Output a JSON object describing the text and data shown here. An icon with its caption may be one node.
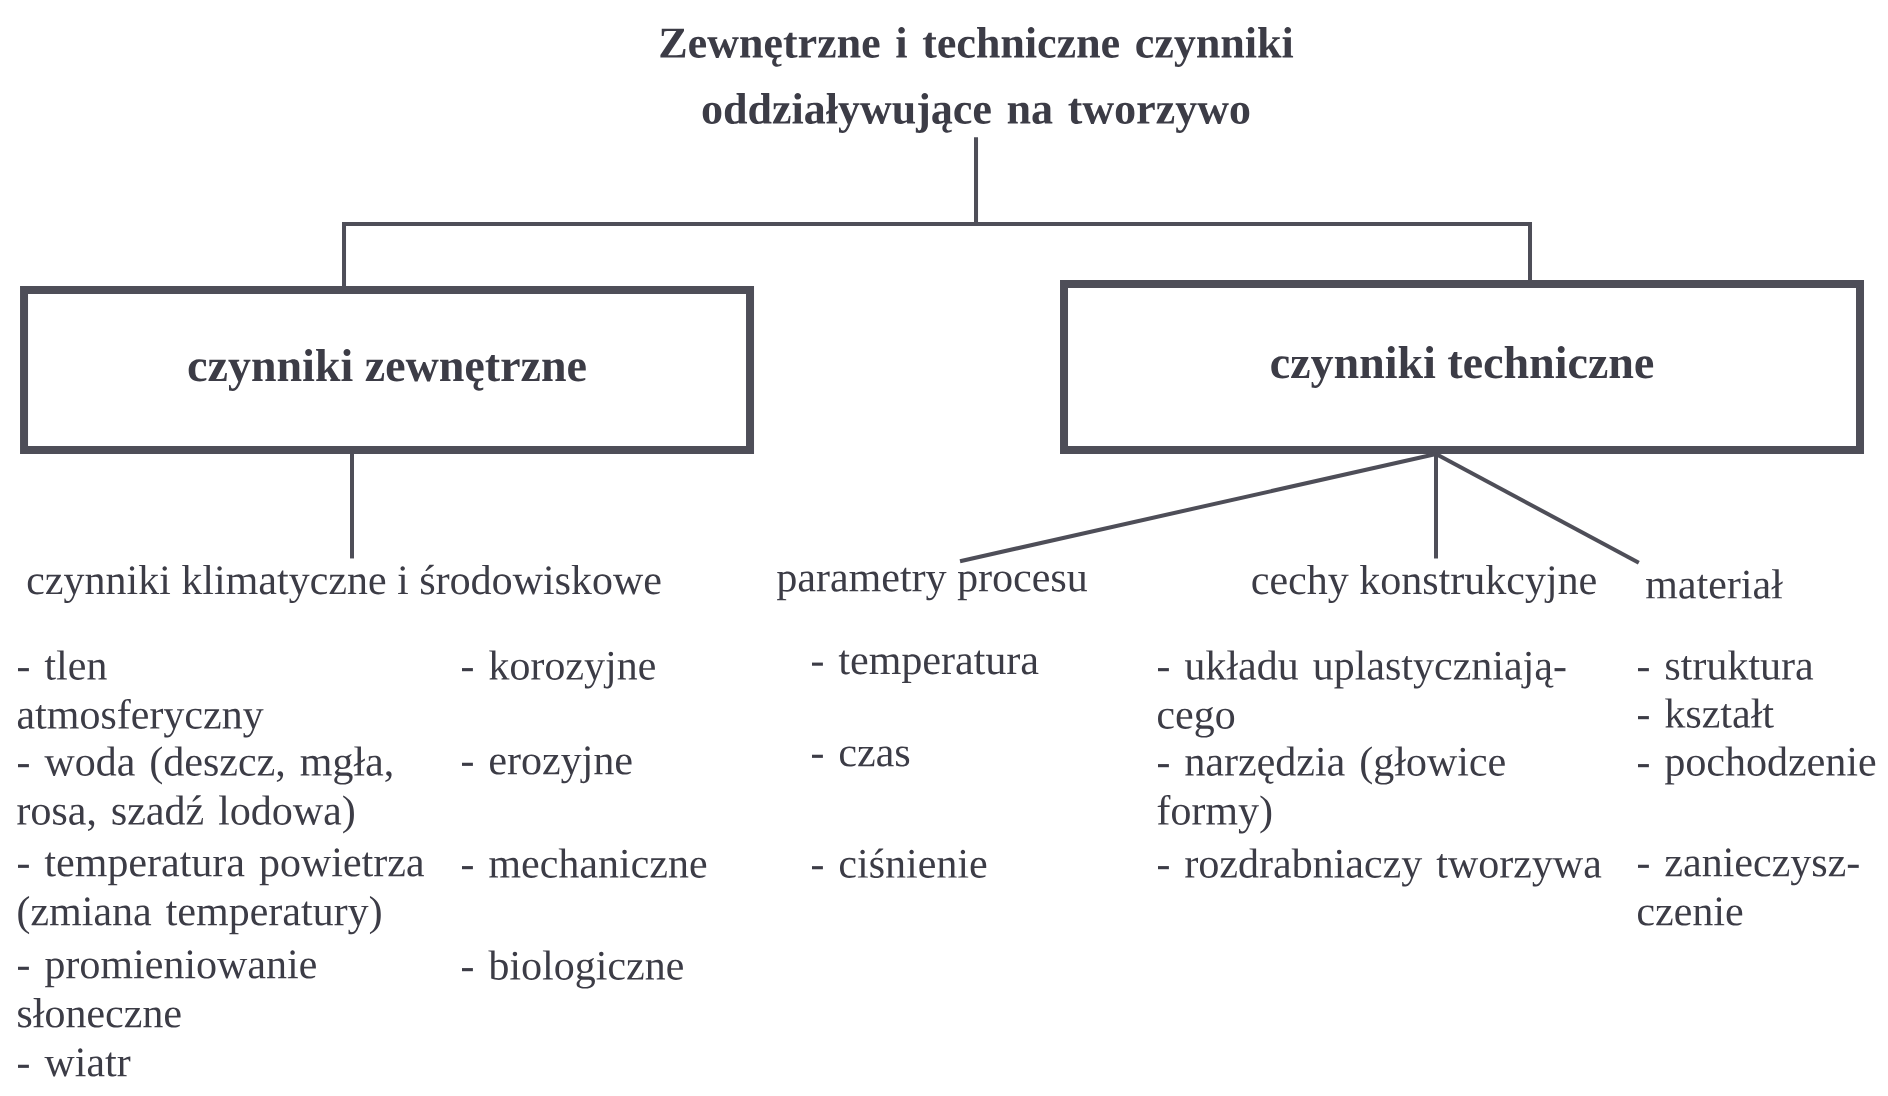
{
  "diagram": {
    "nodes": [
      {
        "text": [
          "Zewnętrzne i techniczne czynniki oddziaływujące na tworzywo"
        ]
      },
      {
        "text": [
          "czynniki zewnętrzne"
        ]
      },
      {
        "text": [
          "czynniki techniczne"
        ]
      },
      {
        "text": [
          "czynniki klimatyczne i środowiskowe"
        ],
        "beside": [
          "- tlen atmosferyczny",
          "- woda (deszcz, mgła, rosa, szadź lodowa)",
          "- temperatura powietrza (zmiana temperatury)",
          "- promieniowanie słoneczne",
          "- wiatr",
          "- korozyjne",
          "- erozyjne",
          "- mechaniczne",
          "- biologiczne"
        ]
      },
      {
        "text": [
          "parametry procesu"
        ],
        "beside": [
          "- temperatura",
          "- czas",
          "- ciśnienie"
        ]
      },
      {
        "text": [
          "cechy konstrukcyjne"
        ],
        "beside": [
          "- układu uplastyczniają- cego",
          "- narzędzia (głowice formy)",
          "- rozdrabniaczy tworzywa"
        ]
      },
      {
        "text": [
          "materiał"
        ],
        "beside": [
          "- struktura",
          "- kształt",
          "- pochodzenie",
          "- zanieczysz- czenie"
        ]
      }
    ],
    "edges": [
      {
        "from": 0,
        "to": 1,
        "arrow": "none"
      },
      {
        "from": 0,
        "to": 2,
        "arrow": "none"
      },
      {
        "from": 1,
        "to": 3,
        "arrow": "none"
      },
      {
        "from": 2,
        "to": 4,
        "arrow": "none"
      },
      {
        "from": 2,
        "to": 5,
        "arrow": "none"
      },
      {
        "from": 2,
        "to": 6,
        "arrow": "none"
      }
    ]
  }
}
